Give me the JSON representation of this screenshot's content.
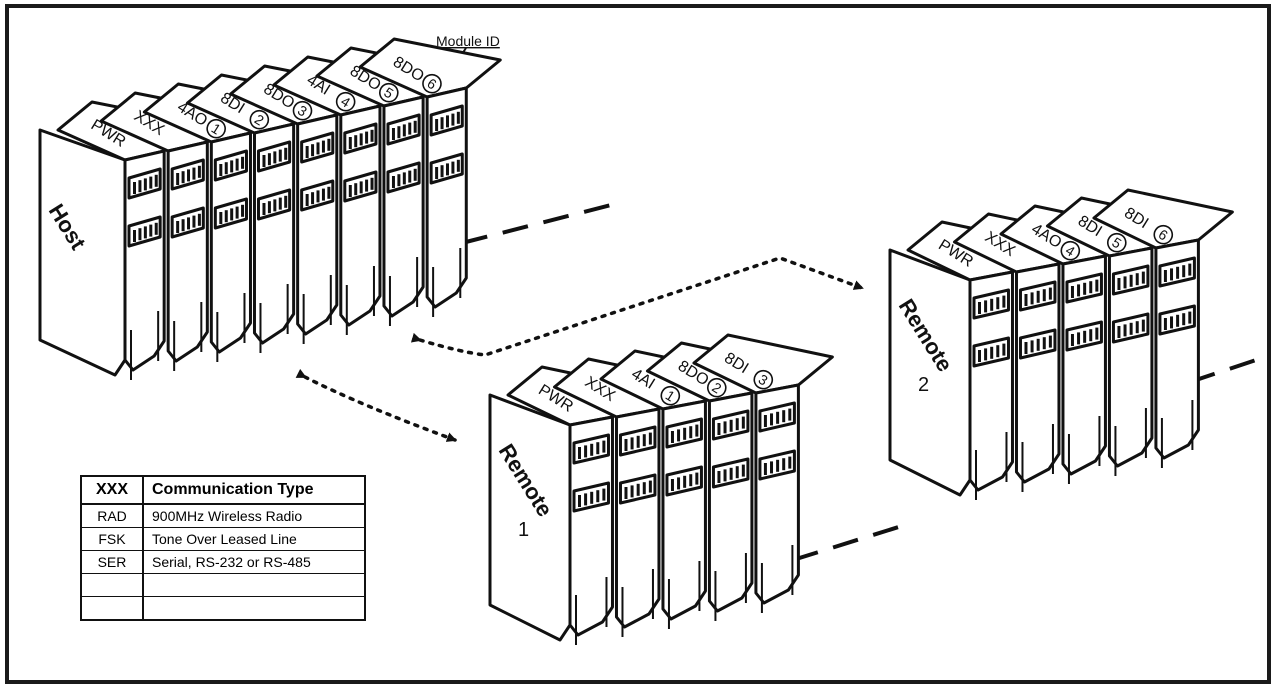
{
  "callout": {
    "module_id_label": "Module ID"
  },
  "host": {
    "label": "Host",
    "modules": [
      {
        "text": "PWR",
        "num": ""
      },
      {
        "text": "XXX",
        "num": ""
      },
      {
        "text": "4AO",
        "num": "1"
      },
      {
        "text": "8DI",
        "num": "2"
      },
      {
        "text": "8DO",
        "num": "3"
      },
      {
        "text": "4AI",
        "num": "4"
      },
      {
        "text": "8DO",
        "num": "5"
      },
      {
        "text": "8DO",
        "num": "6"
      }
    ]
  },
  "remote1": {
    "label": "Remote",
    "number": "1",
    "modules": [
      {
        "text": "PWR",
        "num": ""
      },
      {
        "text": "XXX",
        "num": ""
      },
      {
        "text": "4AI",
        "num": "1"
      },
      {
        "text": "8DO",
        "num": "2"
      },
      {
        "text": "8DI",
        "num": "3"
      }
    ]
  },
  "remote2": {
    "label": "Remote",
    "number": "2",
    "modules": [
      {
        "text": "PWR",
        "num": ""
      },
      {
        "text": "XXX",
        "num": ""
      },
      {
        "text": "4AO",
        "num": "4"
      },
      {
        "text": "8DI",
        "num": "5"
      },
      {
        "text": "8DI",
        "num": "6"
      }
    ]
  },
  "legend": {
    "headers": [
      "XXX",
      "Communication Type"
    ],
    "rows": [
      [
        "RAD",
        "900MHz Wireless Radio"
      ],
      [
        "FSK",
        "Tone Over Leased Line"
      ],
      [
        "SER",
        "Serial, RS-232 or RS-485"
      ],
      [
        "",
        ""
      ],
      [
        "",
        ""
      ]
    ]
  }
}
